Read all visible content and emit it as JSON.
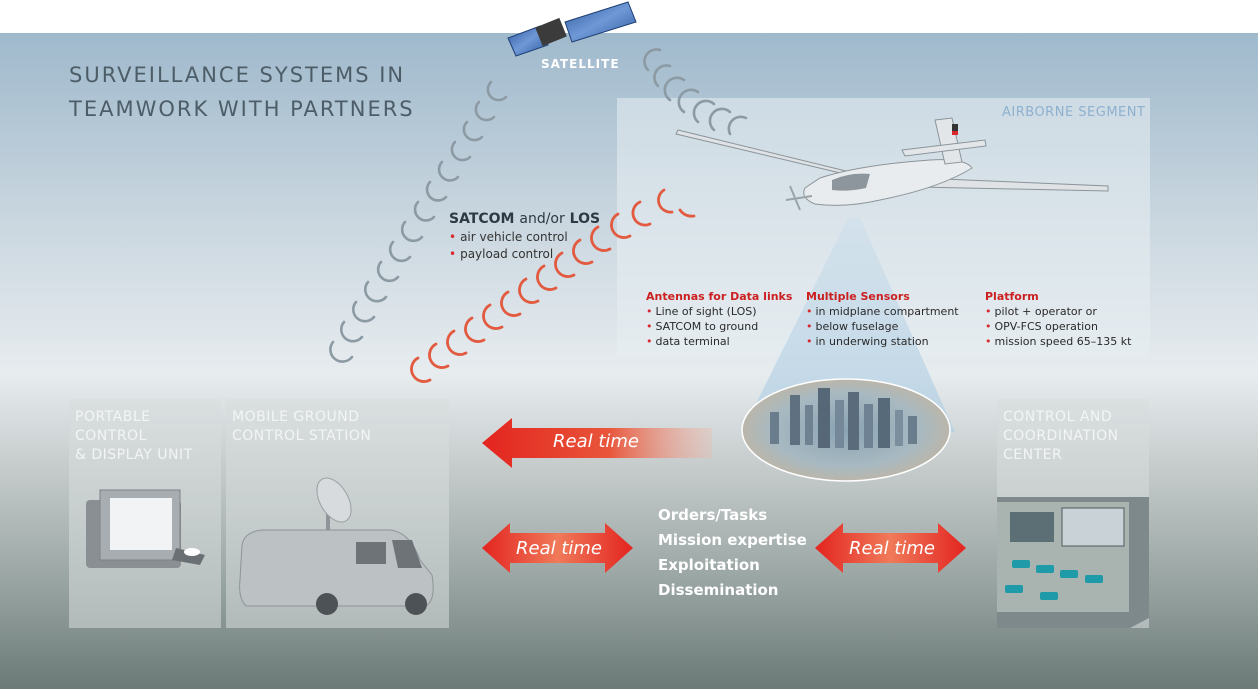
{
  "title": {
    "line1": "SURVEILLANCE SYSTEMS IN",
    "line2": "TEAMWORK WITH PARTNERS"
  },
  "satellite": {
    "label": "SATELLITE"
  },
  "airborne_segment": {
    "label": "AIRBORNE SEGMENT"
  },
  "link": {
    "satcom": "SATCOM",
    "connector": "and/or",
    "los": "LOS",
    "items": [
      "air vehicle control",
      "payload control"
    ]
  },
  "specs": [
    {
      "title": "Antennas for Data links",
      "items": [
        "Line of sight (LOS)",
        "SATCOM to ground",
        "data terminal"
      ]
    },
    {
      "title": "Multiple Sensors",
      "items": [
        "in midplane compartment",
        "below fuselage",
        "in underwing station"
      ]
    },
    {
      "title": "Platform",
      "items": [
        "pilot + operator or",
        "OPV-FCS operation",
        "mission speed 65–135 kt"
      ]
    }
  ],
  "ground": {
    "portable": {
      "line1": "PORTABLE CONTROL",
      "line2": "& DISPLAY UNIT"
    },
    "mobile": {
      "line1": "MOBILE GROUND",
      "line2": "CONTROL STATION"
    },
    "control": {
      "line1": "CONTROL AND",
      "line2": "COORDINATION",
      "line3": "CENTER"
    }
  },
  "arrows": {
    "top": "Real time",
    "left": "Real time",
    "right": "Real time"
  },
  "center_tasks": [
    "Orders/Tasks",
    "Mission expertise",
    "Exploitation",
    "Dissemination"
  ],
  "colors": {
    "accent_red": "#d9272e",
    "label_blue": "#8fb0cf",
    "title_gray": "#4d5d68"
  }
}
